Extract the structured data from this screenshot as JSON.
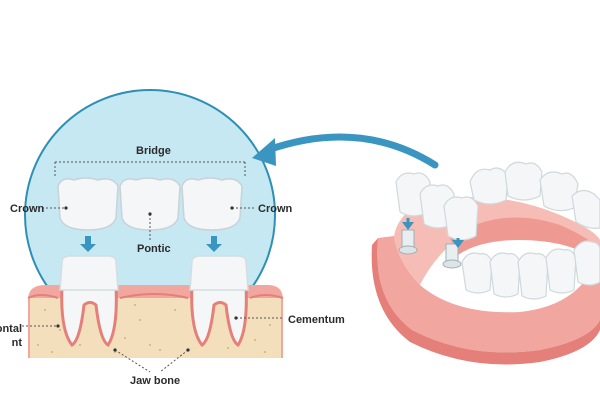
{
  "diagram": {
    "labels": {
      "bridge": "Bridge",
      "crown_left": "Crown",
      "crown_right": "Crown",
      "pontic": "Pontic",
      "cementum": "Cementum",
      "periodontal_line1": "ontal",
      "periodontal_line2": "nt",
      "jaw_bone": "Jaw bone"
    },
    "colors": {
      "circle_fill": "#c6e8f2",
      "circle_stroke": "#2e8fb4",
      "arrow": "#3a95c0",
      "gum": "#f1a7a0",
      "gum_dark": "#e47f7a",
      "bone": "#f3dfbc",
      "tooth": "#f4f6f7",
      "tooth_shade": "#d5dde1"
    }
  }
}
